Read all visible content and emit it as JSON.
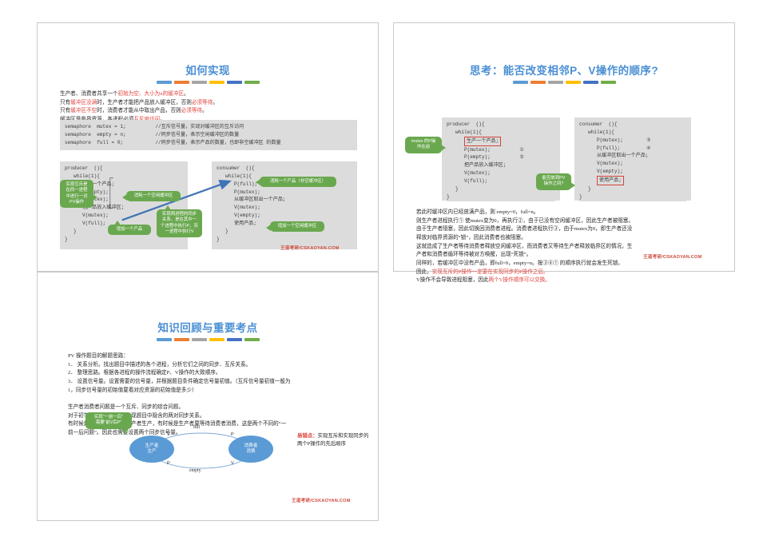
{
  "deco_colors": [
    "#5b9bd5",
    "#ed7d31",
    "#a5a5a5",
    "#ffc000",
    "#4472c4",
    "#70ad47"
  ],
  "watermark": "王道考研/CSKAOYAN.COM",
  "slide1": {
    "title": "如何实现",
    "intro": [
      {
        "segments": [
          {
            "t": "生产者、消费者共享一个",
            "c": "k"
          },
          {
            "t": "初始为空、大小为n的缓冲区",
            "c": "r"
          },
          {
            "t": "。",
            "c": "k"
          }
        ]
      },
      {
        "segments": [
          {
            "t": "只有",
            "c": "k"
          },
          {
            "t": "缓冲区没满",
            "c": "r"
          },
          {
            "t": "时，生产者才能把产品放入缓冲区，否则",
            "c": "k"
          },
          {
            "t": "必须等待",
            "c": "r"
          },
          {
            "t": "。",
            "c": "k"
          }
        ]
      },
      {
        "segments": [
          {
            "t": "只有",
            "c": "k"
          },
          {
            "t": "缓冲区不空",
            "c": "r"
          },
          {
            "t": "时，消费者才能从中取出产品，否则",
            "c": "k"
          },
          {
            "t": "必须等待",
            "c": "r"
          },
          {
            "t": "。",
            "c": "k"
          }
        ]
      },
      {
        "segments": [
          {
            "t": "缓冲区是临界资源，各进程必须",
            "c": "k"
          },
          {
            "t": "互斥地访问",
            "c": "r"
          },
          {
            "t": "。",
            "c": "k"
          }
        ]
      }
    ],
    "semaphores": "semaphore  mutex = 1;          //互斥信号量，实现对缓冲区的互斥访问\nsemaphore  empty = n;          //同步信号量，表示空闲缓冲区的数量\nsemaphore  full = 0;           //同步信号量，表示产品的数量，也即非空缓冲区 的数量",
    "producer_code": "producer  (){\n   while(1){\n      生产一个产品;\n      P(empty);\n      P(mutex);\n      把产品放入缓冲区;\n      V(mutex);\n      V(full);\n   }\n}",
    "consumer_code": "consumer  (){\n   while(1){\n      P(full);\n      P(mutex);\n      从缓冲区取出一个产品;\n      V(mutex);\n      V(empty);\n      使用产品;\n   }\n}",
    "callouts": {
      "mutex_pair": "实现互斥是\n在同一进程\n中进行一对\nPV操作",
      "add_product": "增加一个产品",
      "consume_empty_buffer": "消耗一个空闲缓冲区",
      "sync_relation": "实现两进程的同步\n关系，是在其中一\n个进程中执行P，另\n一进程中执行V",
      "consume_product": "消耗一个产品（非空缓冲区）",
      "add_empty_buffer": "增加一个空闲缓冲区"
    }
  },
  "slide2": {
    "title": "思考：能否改变相邻P、V操作的顺序?",
    "producer_code_lines": [
      "producer  (){",
      "   while(1){",
      "      生产一个产品;",
      "      P(mutex);          ①",
      "      P(empty);          ②",
      "      把产品放入缓冲区;",
      "      V(mutex);",
      "      V(full);",
      "   }",
      "}"
    ],
    "consumer_code_lines": [
      "consumer  (){",
      "   while(1){",
      "      P(mutex);        ③",
      "      P(full);         ④",
      "      从缓冲区取出一个产品;",
      "      V(mutex);",
      "      V(empty);",
      "      使用产品;",
      "   }",
      "}"
    ],
    "callouts": {
      "mutex_first": "mutex 的P操\n作在前",
      "between_pv": "能否放到PV\n操作之间?"
    },
    "analysis": [
      {
        "segments": [
          {
            "t": "若此时缓冲区内已经放满产品，则 empty=0，full=n。",
            "c": "k"
          }
        ]
      },
      {
        "segments": [
          {
            "t": "则生产者进程执行① 使mutex变为0，再执行②，由于已没有空闲缓冲区，因此生产者被阻塞。",
            "c": "k"
          }
        ]
      },
      {
        "segments": [
          {
            "t": "由于生产者阻塞，因此切换回消费者进程。消费者进程执行③，由于mutex为0，即生产者还没",
            "c": "k"
          }
        ]
      },
      {
        "segments": [
          {
            "t": "释放对临界资源的“锁”，因此消费者也被阻塞。",
            "c": "k"
          }
        ]
      },
      {
        "segments": [
          {
            "t": "这就造成了生产者等待消费者释放空闲缓冲区，而消费者又等待生产者释放临界区的情况，生",
            "c": "k"
          }
        ]
      },
      {
        "segments": [
          {
            "t": "产者和消费者循环等待被对方唤醒，出现“死锁”。",
            "c": "k"
          }
        ]
      },
      {
        "segments": [
          {
            "t": "同样的，若缓冲区中没有产品，即full=0，empty=n。按③④① 的顺序执行就会发生死锁。",
            "c": "k"
          }
        ]
      },
      {
        "segments": [
          {
            "t": "因此，",
            "c": "k"
          },
          {
            "t": "实现互斥的P操作一定要在实现同步的P操作之后。",
            "c": "r"
          }
        ]
      },
      {
        "segments": [
          {
            "t": "V操作不会导致进程阻塞，因此",
            "c": "k"
          },
          {
            "t": "两个V操作顺序可以交换。",
            "c": "r"
          }
        ]
      }
    ]
  },
  "slide3": {
    "title": "知识回顾与重要考点",
    "lines": [
      "PV 操作题目的解题思路：",
      "1． 关系分析。找出题目中描述的各个进程，分析它们之间的同步、互斥关系。",
      "2． 整理思路。根据各进程的操作流程确定P、V操作的大致顺序。",
      "3． 设置信号量。设置需要的信号量，并根据题目条件确定信号量初值。（互斥信号量初值一般为",
      "      1，同步信号量的初始值要看对应资源的初始值是多少）",
      "",
      "生产者消费者问题是一个互斥、同步的综合问题。",
      "对于初学者来说最难的是发现题目中隐含的两对同步关系。",
      "有时候是消费者需要等待生产者生产，有时候是生产者要等待消费者消费，这是两个不同的“一",
      "前一后问题”。因此也需要设置两个同步信号量。"
    ],
    "callout": "实现“一前一后”\n需要“前V后P”",
    "diagram": {
      "left_node": "生产者\n生产",
      "right_node": "消费者\n消费",
      "top_label": "full",
      "bottom_label": "empty",
      "top_left_pv": "V",
      "top_right_pv": "P",
      "bottom_left_pv": "P",
      "bottom_right_pv": "V"
    },
    "note": {
      "highlight": "易错点：",
      "rest": "实现互斥和实现同步的两个P操作的先后顺序"
    }
  }
}
